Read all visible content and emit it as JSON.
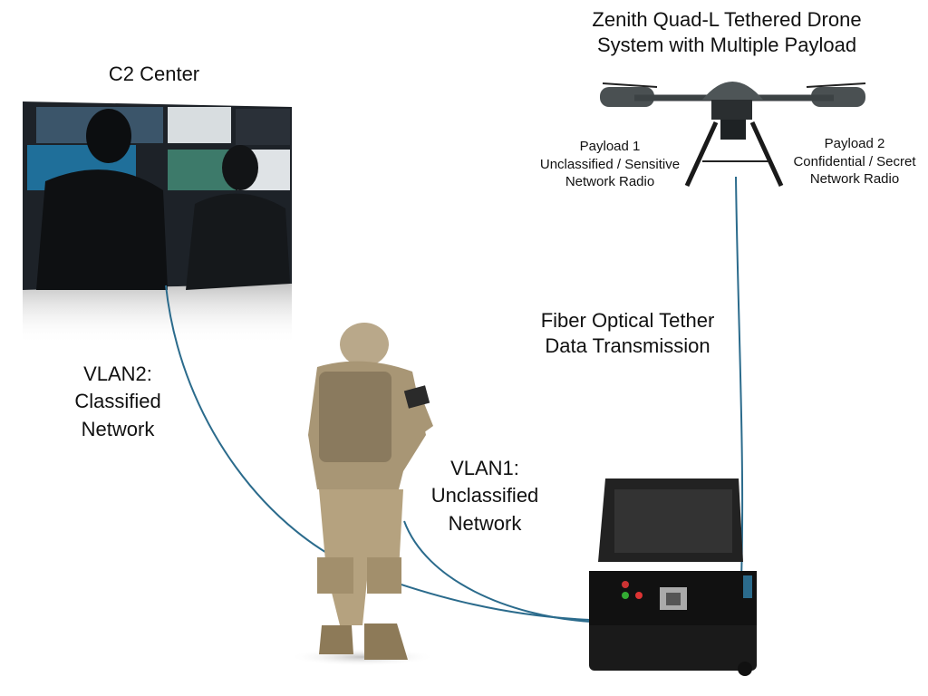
{
  "c2_center": {
    "title": "C2 Center"
  },
  "drone": {
    "title_line1": "Zenith Quad-L Tethered Drone",
    "title_line2": "System with Multiple Payload",
    "payload1": {
      "line1": "Payload 1",
      "line2": "Unclassified / Sensitive",
      "line3": "Network Radio"
    },
    "payload2": {
      "line1": "Payload 2",
      "line2": "Confidential / Secret",
      "line3": "Network Radio"
    }
  },
  "tether": {
    "line1": "Fiber Optical Tether",
    "line2": "Data Transmission"
  },
  "vlan2": {
    "line1": "VLAN2:",
    "line2": "Classified",
    "line3": "Network"
  },
  "vlan1": {
    "line1": "VLAN1:",
    "line2": "Unclassified",
    "line3": "Network"
  },
  "colors": {
    "cable": "#2b6b8c"
  }
}
